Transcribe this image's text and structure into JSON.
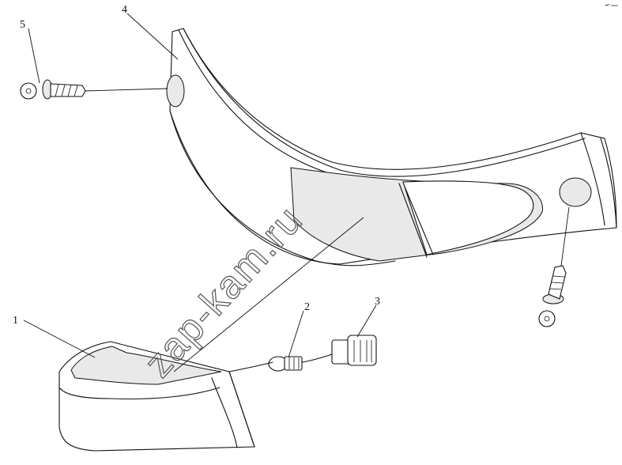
{
  "diagram": {
    "callouts": [
      {
        "id": "1",
        "label": "1"
      },
      {
        "id": "2",
        "label": "2"
      },
      {
        "id": "3",
        "label": "3"
      },
      {
        "id": "4",
        "label": "4"
      },
      {
        "id": "5",
        "label": "5"
      }
    ],
    "watermark": "zap-kam.ru",
    "corner_mark": "•ᵐ ══"
  }
}
